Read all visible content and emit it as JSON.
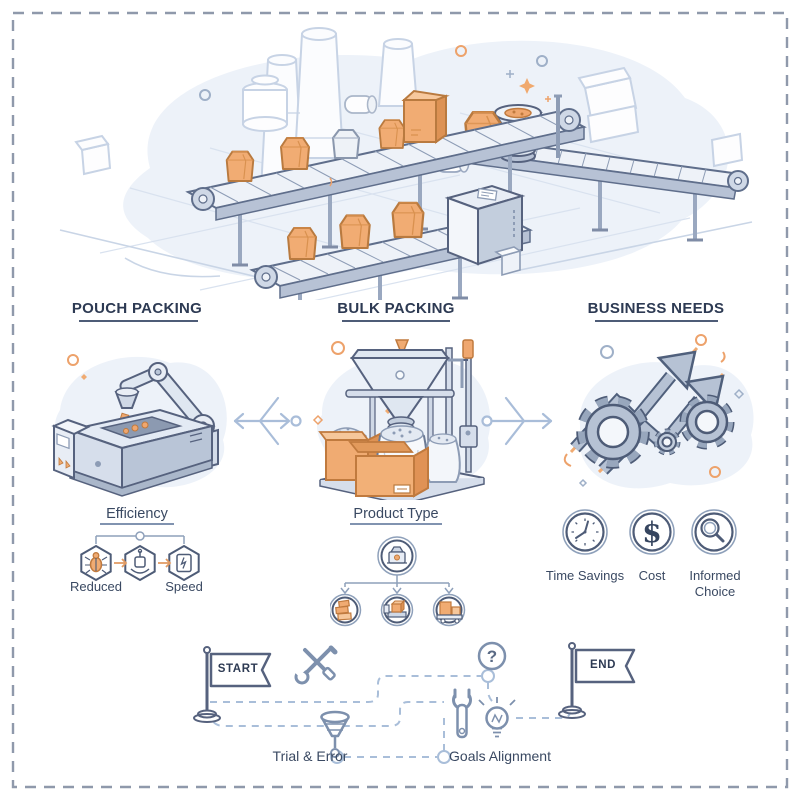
{
  "page": {
    "background": "#ffffff",
    "border_color": "#8f99ab"
  },
  "palette": {
    "navy": "#2d3a53",
    "outline": "#56627e",
    "light_line": "#8ea0ba",
    "orange": "#f0ab72",
    "orange_dark": "#c07a3e",
    "path_blue": "#a9bed9",
    "belt_fill": "#eef2f8",
    "belt_side": "#b7c2d5",
    "blob": "#edf2f9"
  },
  "sections": [
    {
      "id": "pouch",
      "title": "POUCH PACKING"
    },
    {
      "id": "bulk",
      "title": "BULK PACKING"
    },
    {
      "id": "business",
      "title": "BUSINESS NEEDS"
    }
  ],
  "efficiency": {
    "title": "Efficiency",
    "steps": [
      {
        "icon": "bug-icon",
        "label": "Reduced"
      },
      {
        "icon": "sealed-pouch-icon",
        "label": ""
      },
      {
        "icon": "speed-document-icon",
        "label": "Speed"
      }
    ]
  },
  "product_type": {
    "title": "Product Type",
    "root_icon": "packing-machine-icon",
    "children": [
      {
        "icon": "pouch-stack-icon"
      },
      {
        "icon": "boxed-machine-icon"
      },
      {
        "icon": "pallet-boxes-icon"
      }
    ]
  },
  "business_needs": {
    "items": [
      {
        "icon": "clock-icon",
        "label": "Time Savings"
      },
      {
        "icon": "dollar-icon",
        "label": "Cost"
      },
      {
        "icon": "magnifier-icon",
        "label": "Informed Choice"
      }
    ]
  },
  "journey": {
    "start": "START",
    "end": "END",
    "milestones": [
      {
        "icon": "crossed-tools-icon",
        "label": ""
      },
      {
        "icon": "funnel-icon",
        "label": "Trial & Error"
      },
      {
        "icon": "question-mark-icon",
        "label": ""
      },
      {
        "icon": "wrench-icon",
        "label": "Goals Alignment"
      },
      {
        "icon": "lightbulb-icon",
        "label": ""
      }
    ]
  },
  "glyphs": {
    "question": "?",
    "dollar": "$"
  }
}
